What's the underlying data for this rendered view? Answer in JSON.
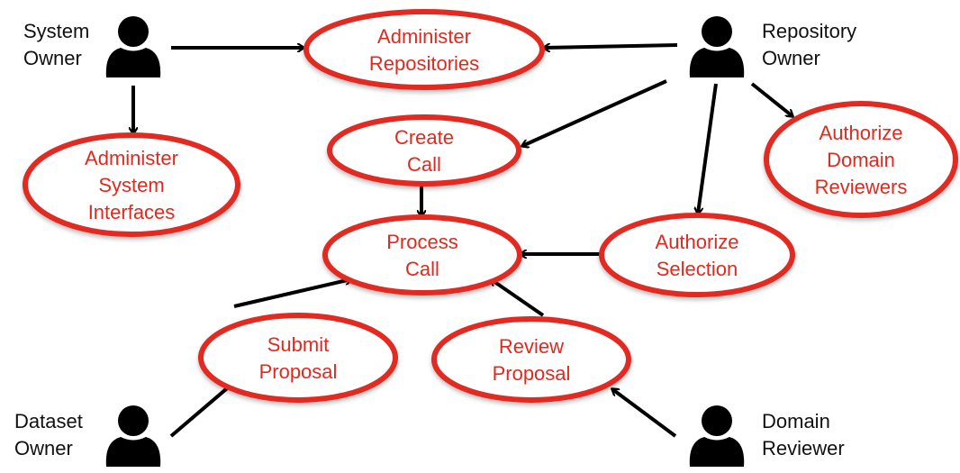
{
  "diagram": {
    "type": "use-case-diagram",
    "colors": {
      "use_case": "#e02a20",
      "actor": "#000000",
      "edge": "#000000"
    },
    "actors": [
      {
        "id": "system_owner",
        "lines": [
          "System",
          "Owner"
        ],
        "icon": "person-icon"
      },
      {
        "id": "repository_owner",
        "lines": [
          "Repository",
          "Owner"
        ],
        "icon": "person-icon"
      },
      {
        "id": "dataset_owner",
        "lines": [
          "Dataset",
          "Owner"
        ],
        "icon": "person-icon"
      },
      {
        "id": "domain_reviewer",
        "lines": [
          "Domain",
          "Reviewer"
        ],
        "icon": "person-icon"
      }
    ],
    "use_cases": [
      {
        "id": "administer_repositories",
        "lines": [
          "Administer",
          "Repositories"
        ]
      },
      {
        "id": "administer_system_interfaces",
        "lines": [
          "Administer",
          "System",
          "Interfaces"
        ]
      },
      {
        "id": "create_call",
        "lines": [
          "Create",
          "Call"
        ]
      },
      {
        "id": "process_call",
        "lines": [
          "Process",
          "Call"
        ]
      },
      {
        "id": "authorize_selection",
        "lines": [
          "Authorize",
          "Selection"
        ]
      },
      {
        "id": "authorize_domain_reviewers",
        "lines": [
          "Authorize",
          "Domain",
          "Reviewers"
        ]
      },
      {
        "id": "submit_proposal",
        "lines": [
          "Submit",
          "Proposal"
        ]
      },
      {
        "id": "review_proposal",
        "lines": [
          "Review",
          "Proposal"
        ]
      }
    ],
    "edges": [
      {
        "from": "system_owner",
        "to": "administer_repositories"
      },
      {
        "from": "system_owner",
        "to": "administer_system_interfaces"
      },
      {
        "from": "repository_owner",
        "to": "administer_repositories"
      },
      {
        "from": "repository_owner",
        "to": "create_call"
      },
      {
        "from": "repository_owner",
        "to": "authorize_selection"
      },
      {
        "from": "repository_owner",
        "to": "authorize_domain_reviewers"
      },
      {
        "from": "create_call",
        "to": "process_call"
      },
      {
        "from": "authorize_selection",
        "to": "process_call"
      },
      {
        "from": "submit_proposal",
        "to": "process_call"
      },
      {
        "from": "review_proposal",
        "to": "process_call"
      },
      {
        "from": "dataset_owner",
        "to": "submit_proposal"
      },
      {
        "from": "domain_reviewer",
        "to": "review_proposal"
      }
    ]
  }
}
